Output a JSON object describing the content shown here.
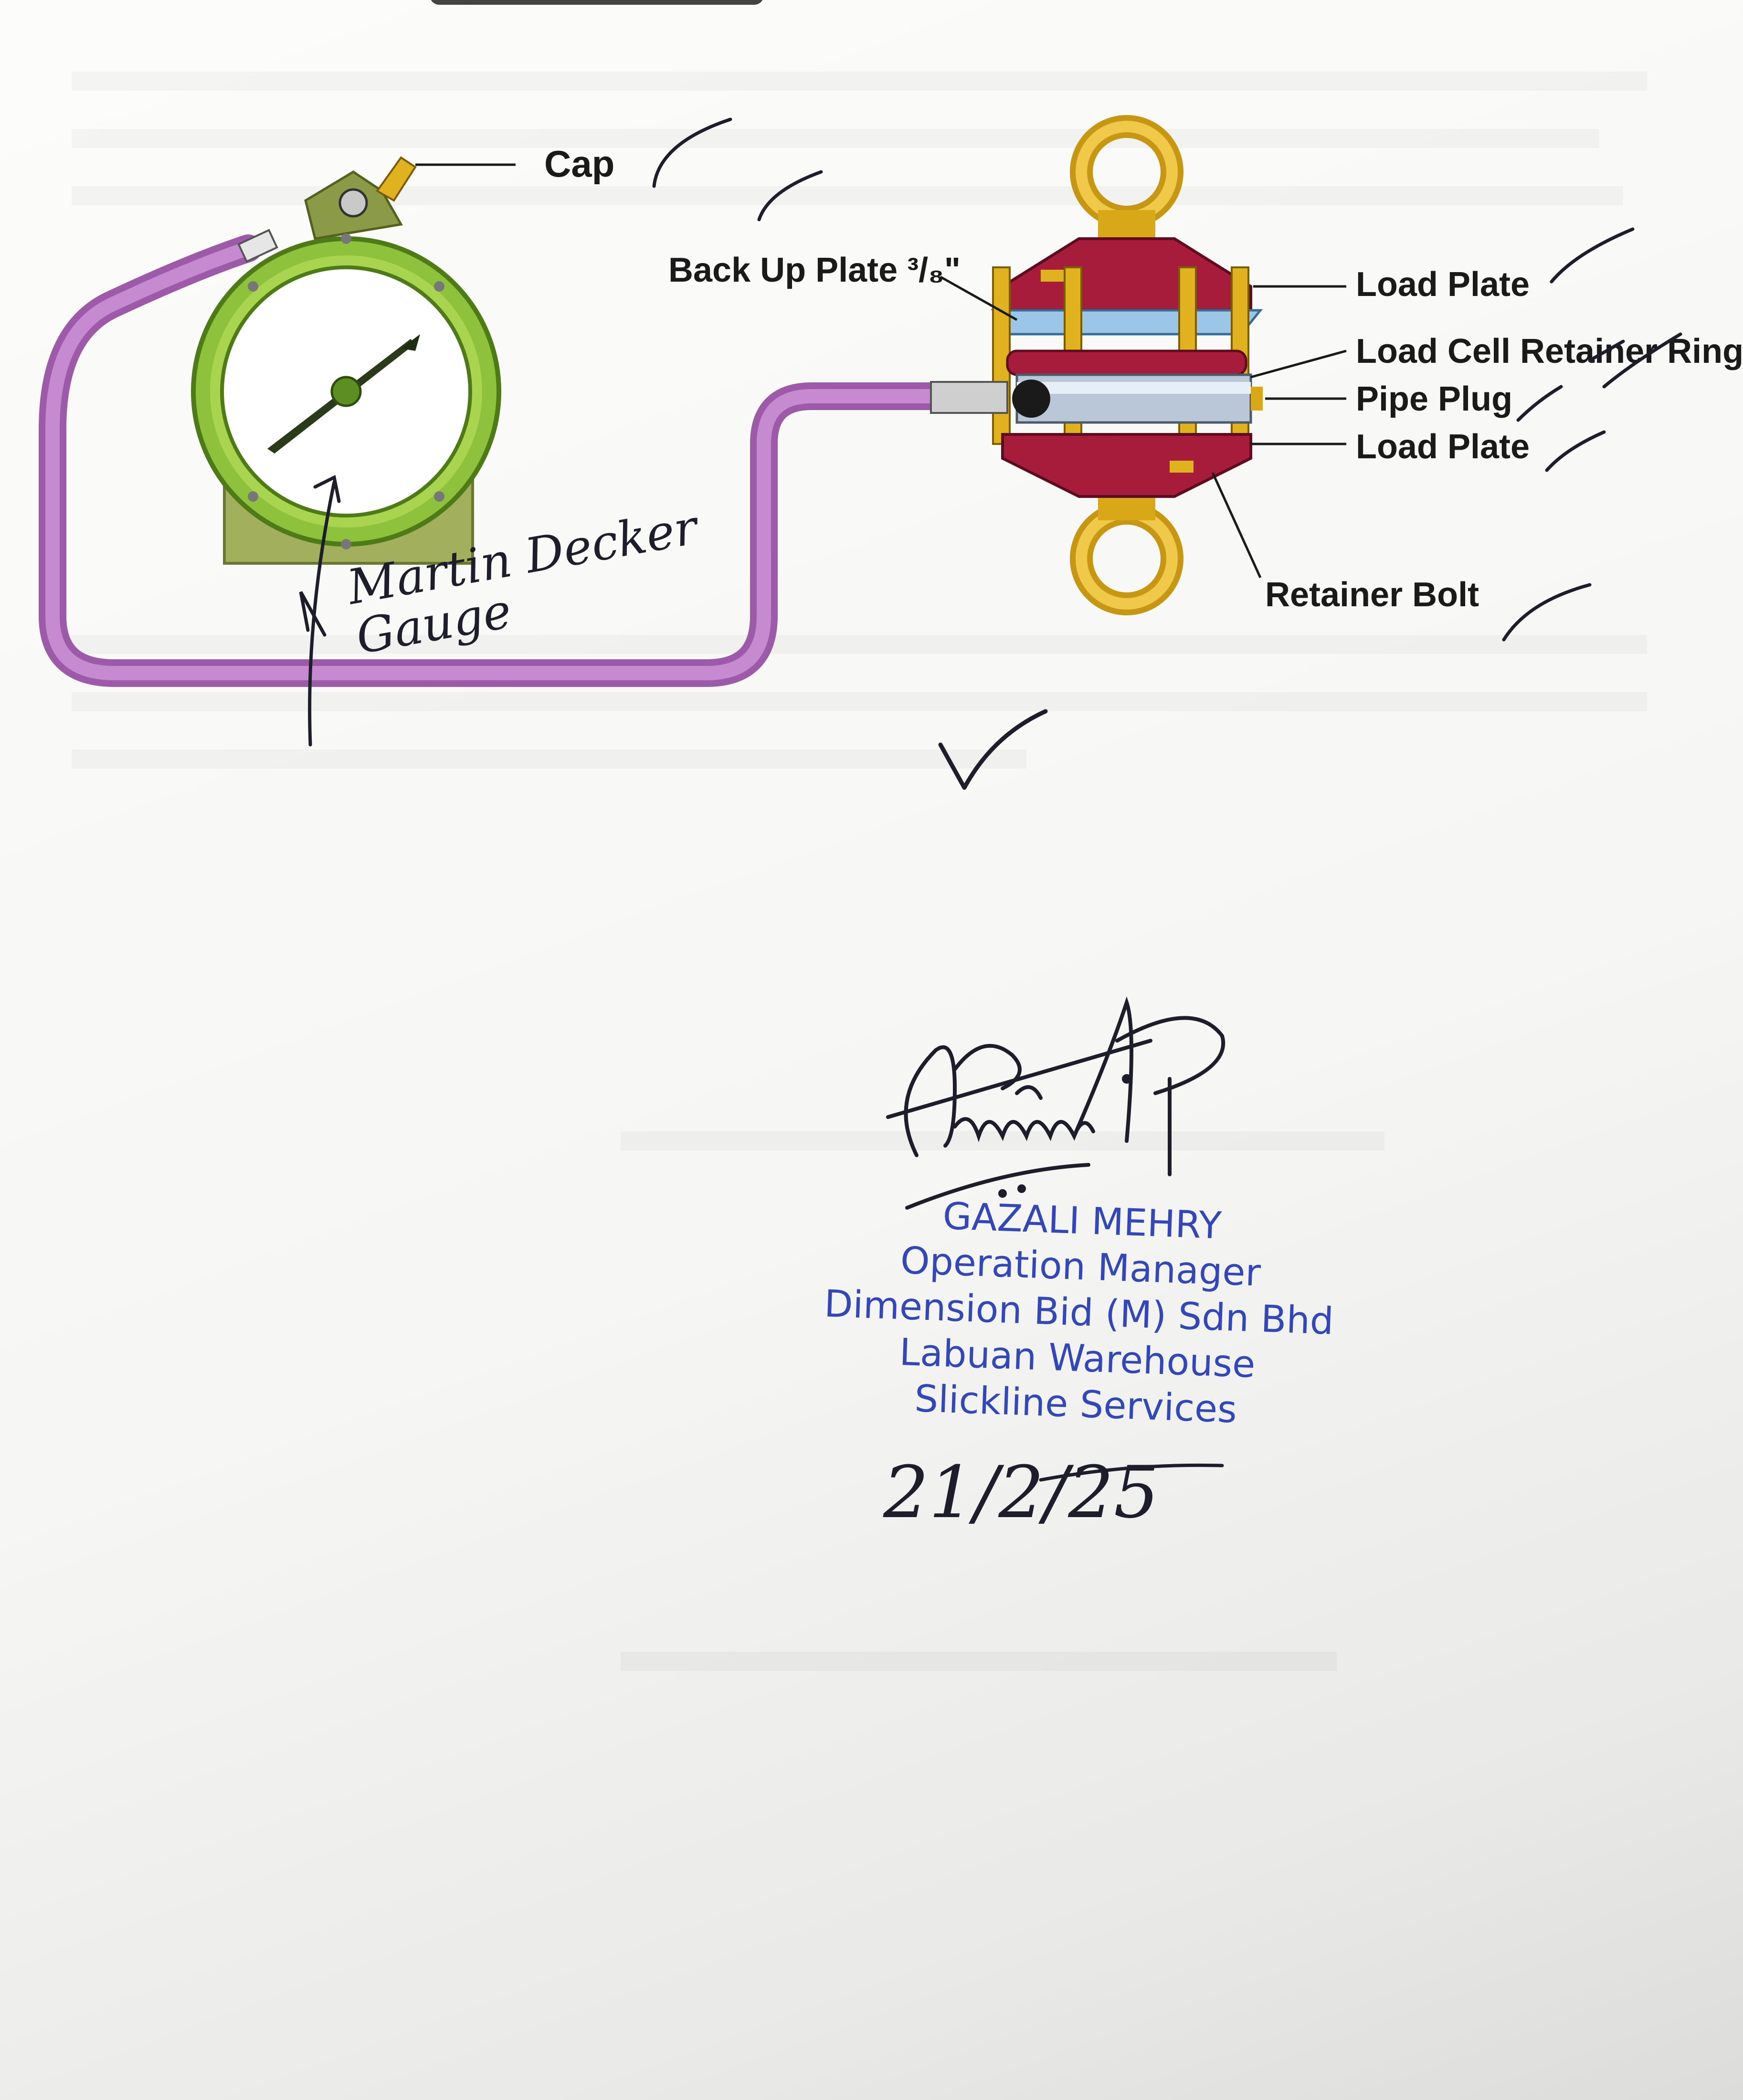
{
  "diagram": {
    "labels": {
      "cap": "Cap",
      "back_up_plate": "Back Up Plate ³/₈\"",
      "load_plate_top": "Load Plate",
      "load_cell_retainer_ring": "Load Cell Retainer Ring",
      "pipe_plug": "Pipe Plug",
      "load_plate_bottom": "Load Plate",
      "retainer_bolt": "Retainer Bolt"
    },
    "colors": {
      "hose": "#b56fc0",
      "gauge_ring": "#8fc23c",
      "gauge_body": "#9fb35a",
      "load_cell": "#a61c3a",
      "eye_ring": "#e0b21f",
      "back_up_plate": "#9cc6e8",
      "ink": "#1d1d2b"
    }
  },
  "annotations": {
    "handwritten_label": "Martin Decker Gauge"
  },
  "stamp": {
    "name": "GAZALI MEHRY",
    "title": "Operation Manager",
    "company": "Dimension Bid (M) Sdn Bhd",
    "location": "Labuan Warehouse",
    "department": "Slickline Services",
    "color": "#3347b8"
  },
  "handwritten_date": "21/2/25"
}
